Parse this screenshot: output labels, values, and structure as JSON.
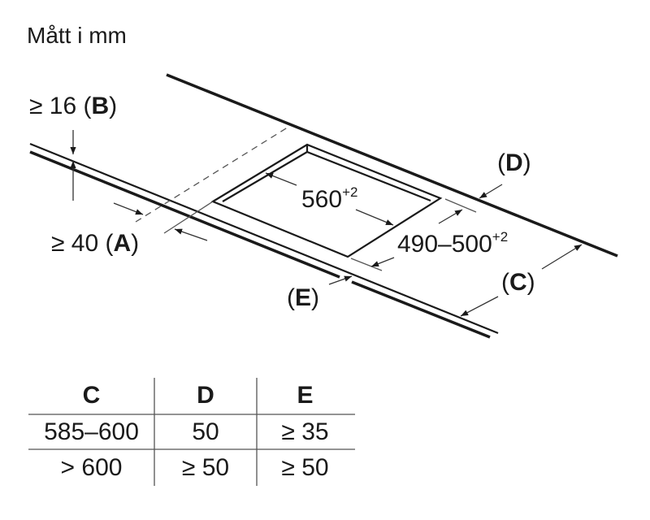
{
  "title": "Mått i mm",
  "labels": {
    "b_prefix": "≥ 16 (",
    "b_letter": "B",
    "b_suffix": ")",
    "a_prefix": "≥ 40 (",
    "a_letter": "A",
    "a_suffix": ")",
    "d_prefix": "(",
    "d_letter": "D",
    "d_suffix": ")",
    "c_prefix": "(",
    "c_letter": "C",
    "c_suffix": ")",
    "e_prefix": "(",
    "e_letter": "E",
    "e_suffix": ")",
    "width_value": "560",
    "width_tol": "+2",
    "depth_value": "490–500",
    "depth_tol": "+2"
  },
  "table": {
    "headers": [
      "C",
      "D",
      "E"
    ],
    "rows": [
      [
        "585–600",
        "50",
        "≥ 35"
      ],
      [
        "> 600",
        "≥ 50",
        "≥ 50"
      ]
    ]
  }
}
